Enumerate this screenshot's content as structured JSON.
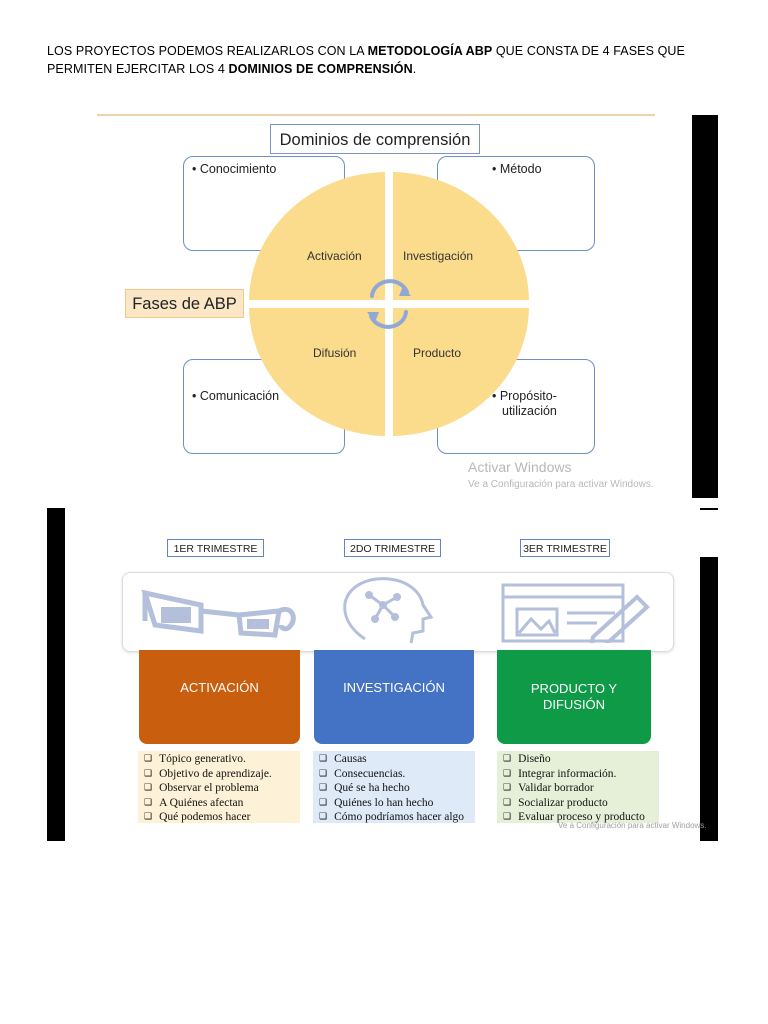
{
  "intro": {
    "part1": "LOS PROYECTOS PODEMOS REALIZARLOS CON LA ",
    "bold1": "METODOLOGÍA ABP",
    "part2": " QUE CONSTA DE 4 FASES QUE PERMITEN EJERCITAR LOS 4 ",
    "bold2": "DOMINIOS DE COMPRENSIÓN",
    "part3": "."
  },
  "diagram1": {
    "title": "Dominios de comprensión",
    "fases_label": "Fases de ABP",
    "domains": [
      "Conocimiento",
      "Método",
      "Comunicación",
      "Propósito-utilización"
    ],
    "domain_bullets": [
      "• Conocimiento",
      "• Método",
      "• Comunicación",
      "• Propósito-",
      "utilización"
    ],
    "phases": [
      "Activación",
      "Investigación",
      "Difusión",
      "Producto"
    ],
    "watermark_title": "Activar Windows",
    "watermark_sub": "Ve a Configuración para activar Windows.",
    "colors": {
      "circle": "#fbdc8c",
      "box_border": "#6d8fc4",
      "fases_bg": "#fbe6c5"
    }
  },
  "diagram2": {
    "trimesters": [
      "1ER TRIMESTRE",
      "2DO TRIMESTRE",
      "3ER TRIMESTRE"
    ],
    "icons": [
      "3d-glasses-icon",
      "head-network-icon",
      "document-image-pen-icon"
    ],
    "phases": [
      {
        "label_lines": [
          "ACTIVACIÓN"
        ],
        "color": "#c95e0e",
        "items": [
          "Tópico generativo.",
          "Objetivo de aprendizaje.",
          "Observar el problema",
          "A Quiénes afectan",
          "Qué podemos hacer"
        ],
        "list_bg": "#fdf1d8"
      },
      {
        "label_lines": [
          "INVESTIGACIÓN"
        ],
        "color": "#4472c4",
        "items": [
          "Causas",
          "Consecuencias.",
          "Qué se ha hecho",
          "Quiénes lo han hecho",
          "Cómo podríamos hacer algo"
        ],
        "list_bg": "#deeaf7"
      },
      {
        "label_lines": [
          "PRODUCTO Y",
          "DIFUSIÓN"
        ],
        "color": "#0f9a48",
        "items": [
          "Diseño",
          "Integrar información.",
          "Validar borrador",
          "Socializar producto",
          "Evaluar proceso y producto"
        ],
        "list_bg": "#e6f0d9"
      }
    ],
    "watermark_sub": "Ve a Configuración para activar Windows."
  }
}
